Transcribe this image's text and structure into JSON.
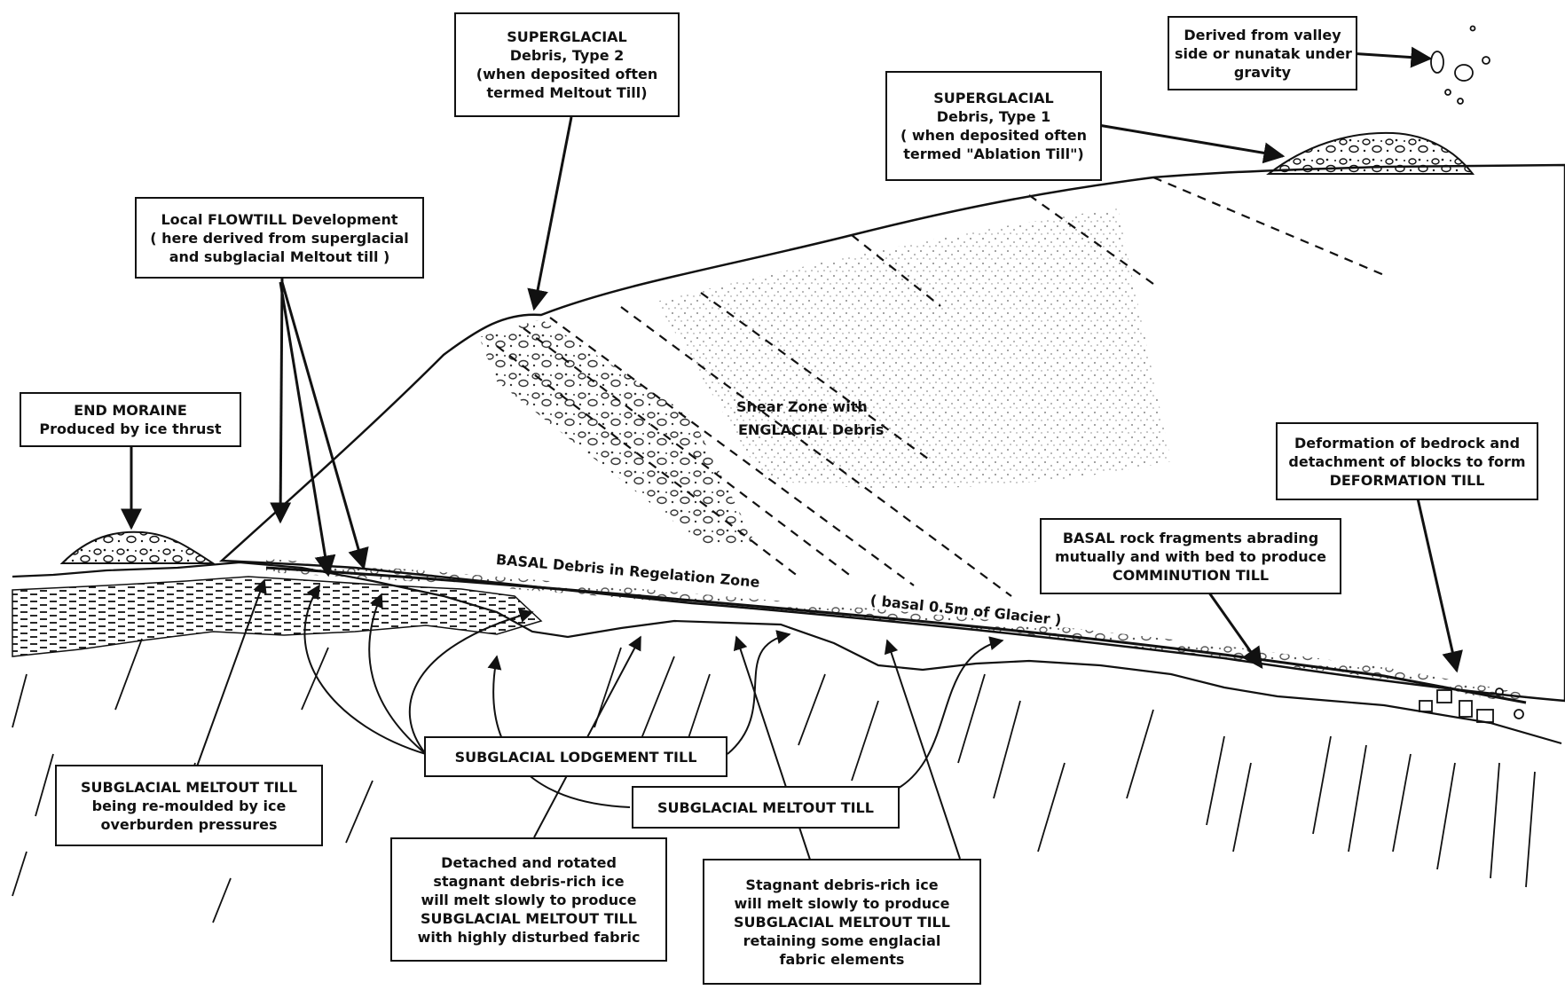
{
  "labels": {
    "superglacial_type2": [
      "SUPERGLACIAL",
      "Debris, Type 2",
      "(when deposited often",
      "termed  Meltout Till)"
    ],
    "valley_side": [
      "Derived from valley",
      "side or nunatak under",
      "gravity"
    ],
    "superglacial_type1": [
      "SUPERGLACIAL",
      "Debris, Type 1",
      "( when deposited often",
      "termed \"Ablation Till\")"
    ],
    "flowtill": [
      "Local FLOWTILL Development",
      "( here derived from superglacial",
      "and subglacial Meltout till )"
    ],
    "end_moraine": [
      "END MORAINE",
      "Produced by ice thrust"
    ],
    "deformation_till": [
      "Deformation of bedrock and",
      "detachment of blocks to form",
      "DEFORMATION TILL"
    ],
    "comminution_till": [
      "BASAL rock fragments abrading",
      "mutually and with bed to produce",
      "COMMINUTION TILL"
    ],
    "lodgement_till": [
      "SUBGLACIAL LODGEMENT TILL"
    ],
    "meltout_till": [
      "SUBGLACIAL MELTOUT TILL"
    ],
    "remoulded_meltout": [
      "SUBGLACIAL MELTOUT TILL",
      "being re-moulded by ice",
      "overburden pressures"
    ],
    "detached_ice": [
      "Detached  and  rotated",
      "stagnant  debris-rich ice",
      "will  melt slowly to produce",
      "SUBGLACIAL MELTOUT TILL",
      "with highly disturbed  fabric"
    ],
    "stagnant_ice": [
      "Stagnant  debris-rich ice",
      "will melt slowly to produce",
      "SUBGLACIAL MELTOUT TILL",
      "retaining  some englacial",
      "fabric elements"
    ]
  },
  "annotations": {
    "shear_zone_1": "Shear Zone with",
    "shear_zone_2": "ENGLACIAL Debris",
    "basal_debris": "BASAL   Debris in Regelation  Zone",
    "basal_layer": "( basal  0.5m  of Glacier )"
  }
}
